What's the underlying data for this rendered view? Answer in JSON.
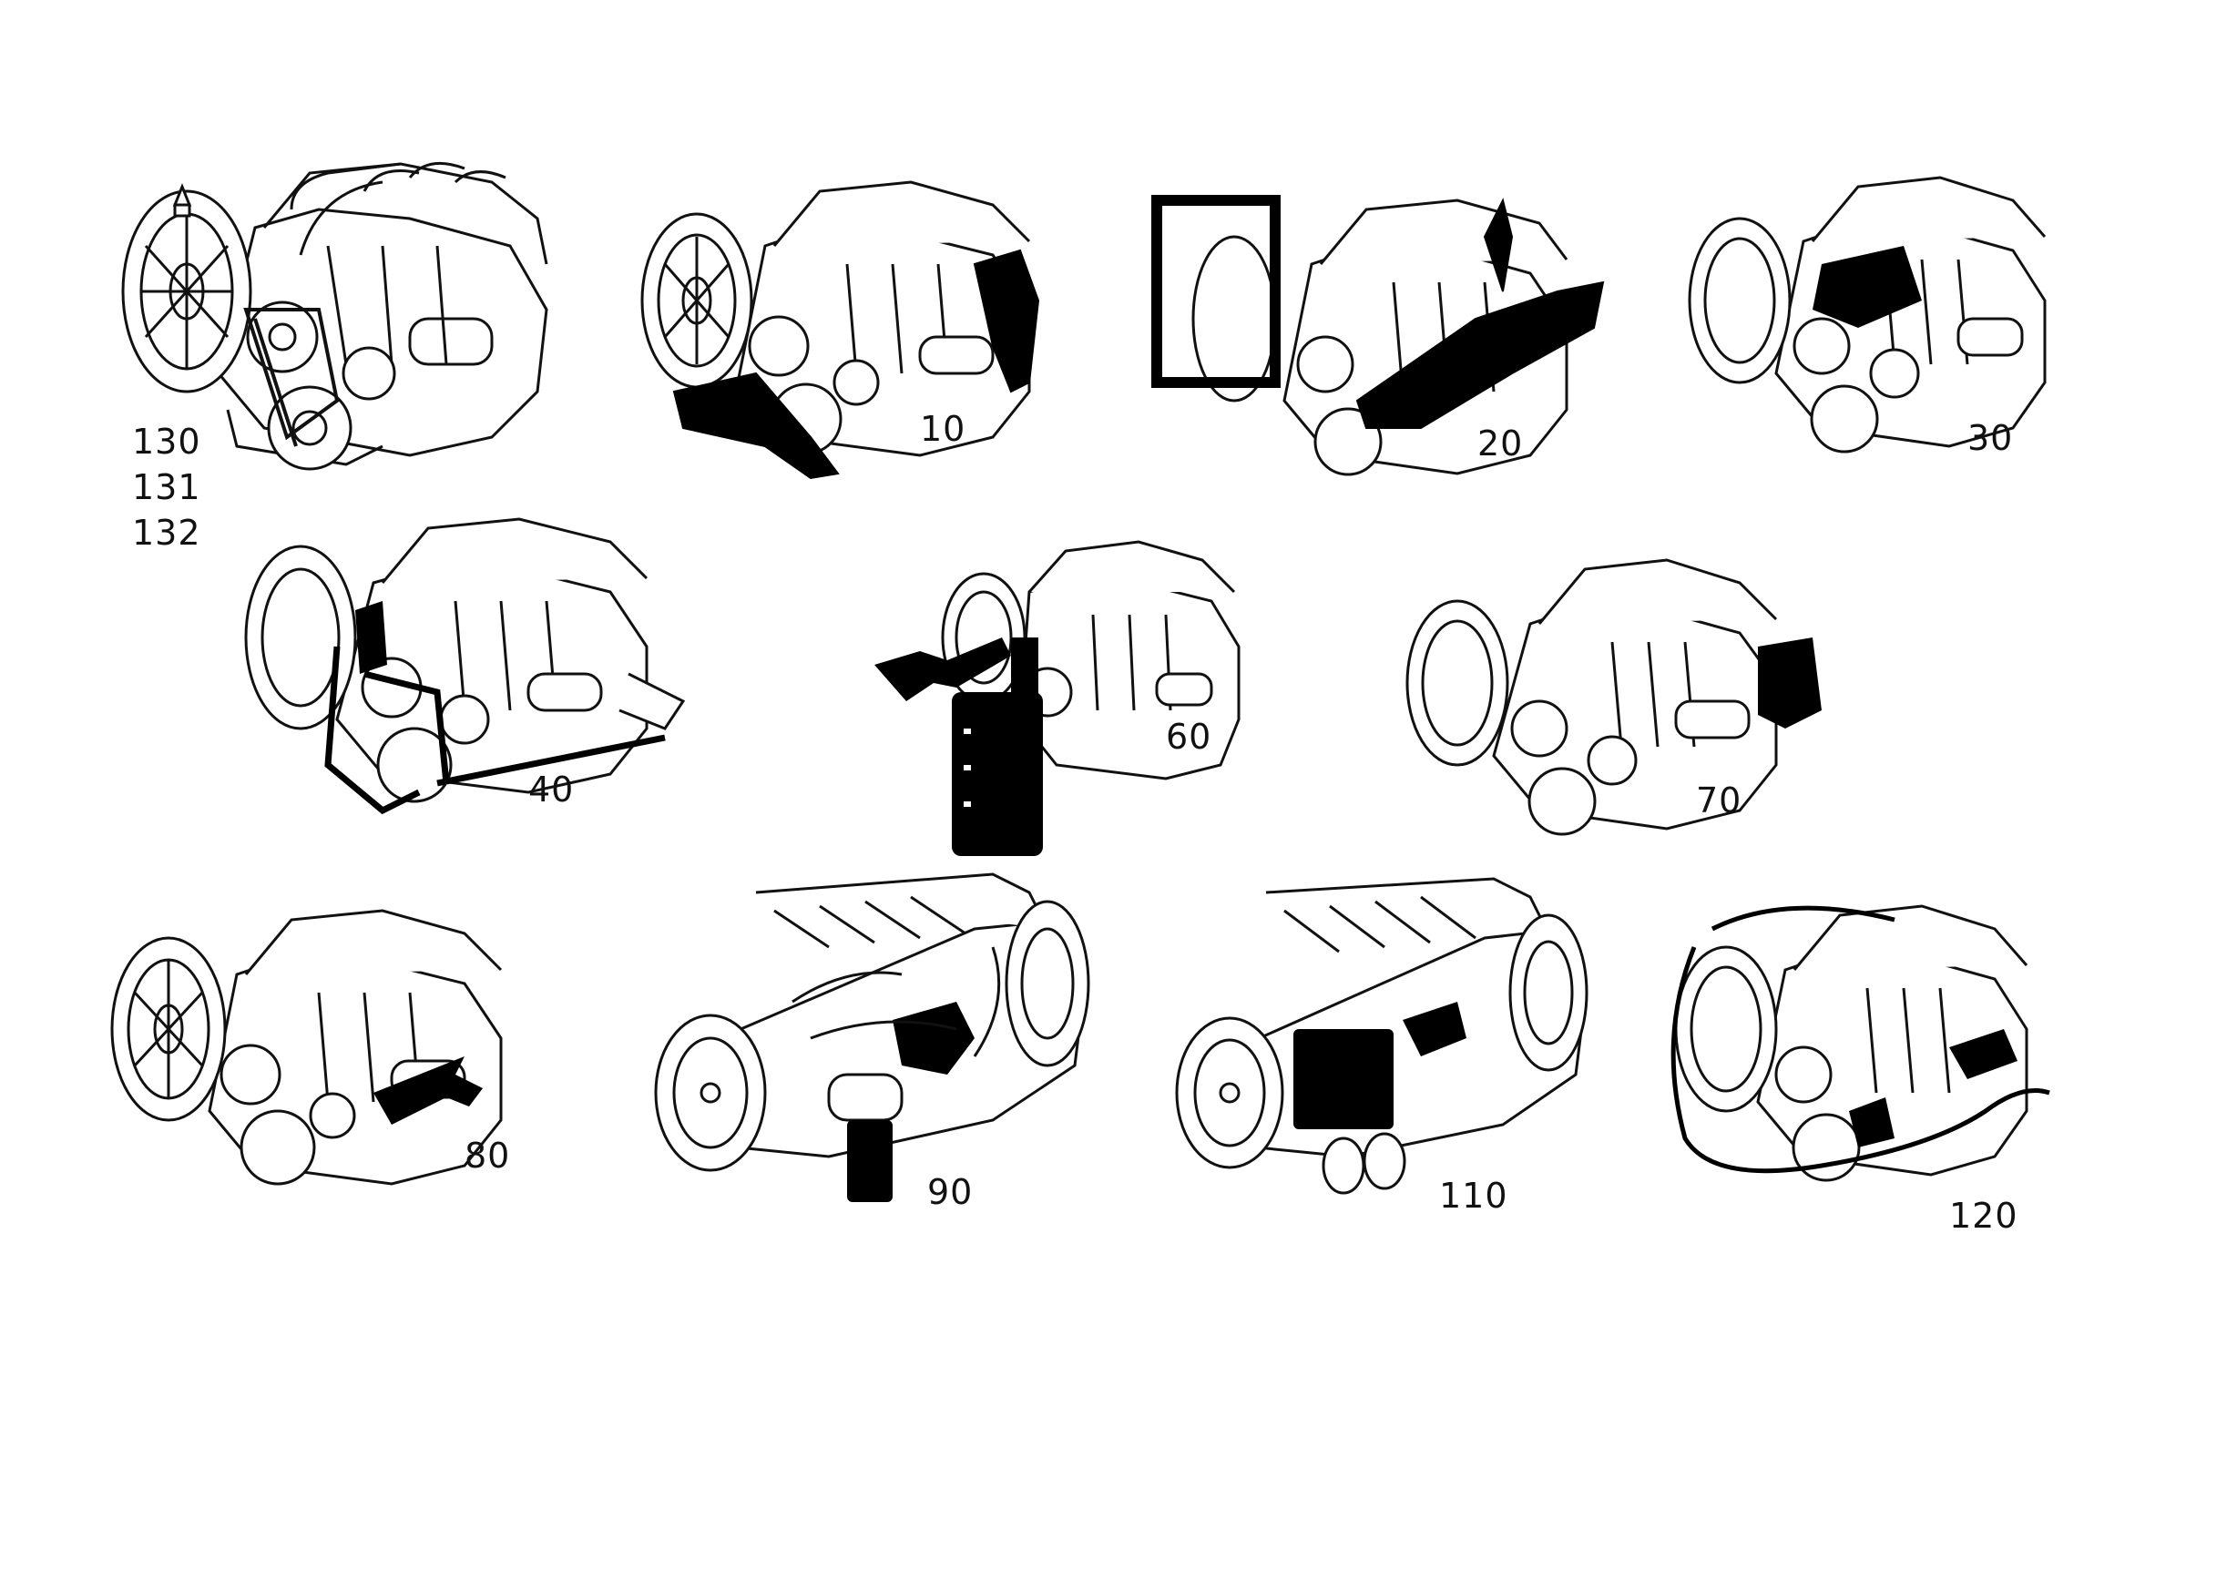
{
  "diagram": {
    "ink_color": "#111111",
    "highlight_color": "#000000",
    "groups": [
      {
        "id": "g130",
        "labels": [
          "130",
          "131",
          "132"
        ]
      },
      {
        "id": "g10",
        "labels": [
          "10"
        ]
      },
      {
        "id": "g20",
        "labels": [
          "20"
        ]
      },
      {
        "id": "g30",
        "labels": [
          "30"
        ]
      },
      {
        "id": "g40",
        "labels": [
          "40"
        ]
      },
      {
        "id": "g60",
        "labels": [
          "60"
        ]
      },
      {
        "id": "g70",
        "labels": [
          "70"
        ]
      },
      {
        "id": "g80",
        "labels": [
          "80"
        ]
      },
      {
        "id": "g90",
        "labels": [
          "90"
        ]
      },
      {
        "id": "g110",
        "labels": [
          "110"
        ]
      },
      {
        "id": "g120",
        "labels": [
          "120"
        ]
      }
    ]
  }
}
